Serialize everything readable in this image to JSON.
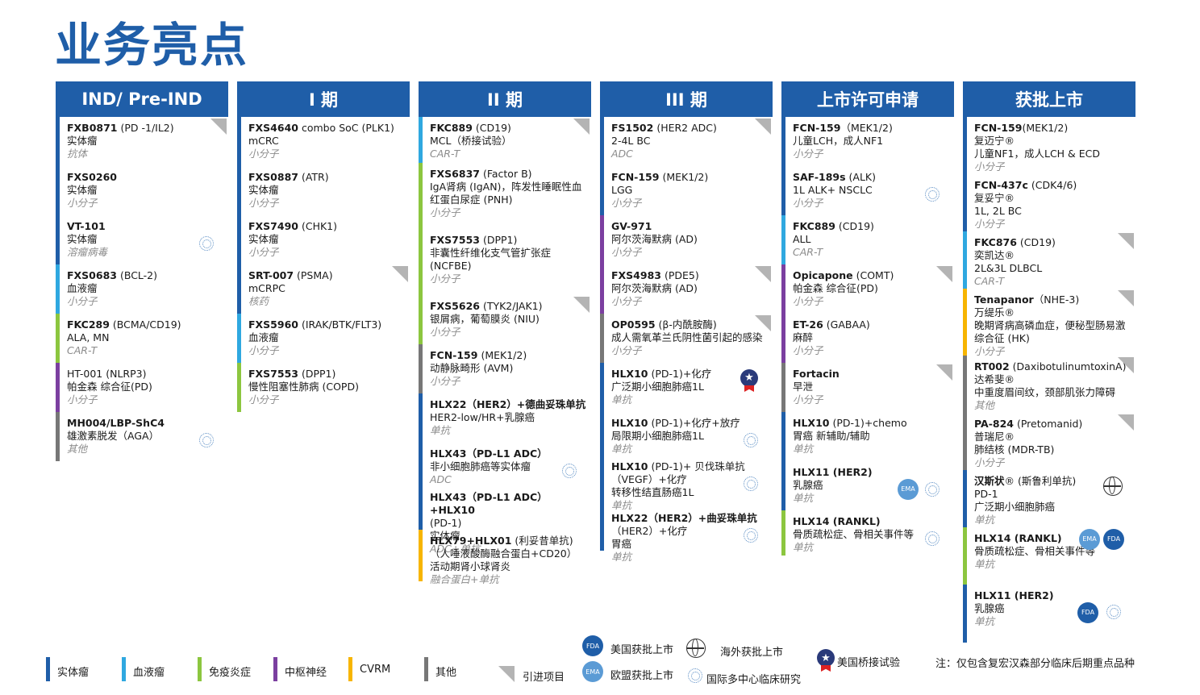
{
  "title": "业务亮点",
  "columns": [
    {
      "header": "IND/ Pre-IND",
      "entries": [
        {
          "cls": "solid",
          "bold": "FXB0871",
          "rest": " (PD -1/IL2)",
          "lines": [
            "实体瘤"
          ],
          "type": "抗体",
          "tri": true
        },
        {
          "cls": "solid",
          "bold": "FXS0260",
          "rest": "",
          "lines": [
            "实体瘤"
          ],
          "type": "小分子"
        },
        {
          "cls": "solid",
          "bold": "VT-101",
          "rest": "",
          "lines": [
            "实体瘤"
          ],
          "type": "溶瘤病毒",
          "multi": true
        },
        {
          "cls": "blood",
          "bold": "FXS0683",
          "rest": " (BCL-2)",
          "lines": [
            "血液瘤"
          ],
          "type": "小分子"
        },
        {
          "cls": "immune",
          "bold": "FKC289",
          "rest": " (BCMA/CD19)",
          "lines": [
            "ALA, MN"
          ],
          "type": "CAR-T"
        },
        {
          "cls": "cns",
          "bold": "",
          "rest": "HT-001 (NLRP3)",
          "lines": [
            "帕金森 综合征(PD)"
          ],
          "type": "小分子"
        },
        {
          "cls": "other",
          "bold": "MH004/LBP-ShC4",
          "rest": "",
          "lines": [
            "雄激素脱发（AGA）"
          ],
          "type": "其他",
          "multi": true
        }
      ]
    },
    {
      "header": "I 期",
      "entries": [
        {
          "cls": "solid",
          "bold": "FXS4640",
          "rest": " combo SoC (PLK1)",
          "lines": [
            "mCRC"
          ],
          "type": "小分子"
        },
        {
          "cls": "solid",
          "bold": "FXS0887",
          "rest": " (ATR)",
          "lines": [
            "实体瘤"
          ],
          "type": "小分子"
        },
        {
          "cls": "solid",
          "bold": "FXS7490",
          "rest": " (CHK1)",
          "lines": [
            "实体瘤"
          ],
          "type": "小分子"
        },
        {
          "cls": "solid",
          "bold": "SRT-007",
          "rest": " (PSMA)",
          "lines": [
            "mCRPC"
          ],
          "type": "核药",
          "tri": true
        },
        {
          "cls": "blood",
          "bold": "FXS5960",
          "rest": " (IRAK/BTK/FLT3)",
          "lines": [
            "血液瘤"
          ],
          "type": "小分子"
        },
        {
          "cls": "immune",
          "bold": "FXS7553",
          "rest": " (DPP1)",
          "lines": [
            "慢性阻塞性肺病 (COPD)"
          ],
          "type": "小分子"
        }
      ]
    },
    {
      "header": "II 期",
      "entries": [
        {
          "cls": "blood",
          "bold": "FKC889",
          "rest": " (CD19)",
          "lines": [
            "MCL（桥接试验）"
          ],
          "type": "CAR-T",
          "tri": true
        },
        {
          "cls": "immune",
          "bold": "FXS6837",
          "rest": " (Factor B)",
          "lines": [
            "IgA肾病 (IgAN)，阵发性睡眠性血",
            "红蛋白尿症 (PNH)"
          ],
          "type": "小分子"
        },
        {
          "cls": "immune",
          "bold": "FXS7553",
          "rest": " (DPP1)",
          "lines": [
            "非囊性纤维化支气管扩张症",
            "(NCFBE)"
          ],
          "type": "小分子"
        },
        {
          "cls": "immune",
          "bold": "FXS5626",
          "rest": " (TYK2/JAK1)",
          "lines": [
            "银屑病，葡萄膜炎 (NIU)"
          ],
          "type": "小分子",
          "tri": true
        },
        {
          "cls": "other",
          "bold": "FCN-159",
          "rest": " (MEK1/2)",
          "lines": [
            "动静脉畸形 (AVM)"
          ],
          "type": "小分子"
        },
        {
          "cls": "solid",
          "bold": "HLX22（HER2）+德曲妥珠单抗",
          "rest": "",
          "lines": [
            "HER2-low/HR+乳腺癌"
          ],
          "type": "单抗"
        },
        {
          "cls": "solid",
          "bold": "HLX43（PD-L1 ADC）",
          "rest": "",
          "lines": [
            "非小细胞肺癌等实体瘤"
          ],
          "type": "ADC",
          "multi": true
        },
        {
          "cls": "solid",
          "bold": "HLX43（PD-L1 ADC）+HLX10",
          "rest": "",
          "lines": [
            "(PD-1)",
            "实体瘤"
          ],
          "type": "ADC+单抗"
        },
        {
          "cls": "cvrm",
          "bold": "HLX79+HLX01",
          "rest": " (利妥昔单抗)",
          "lines": [
            "（人唾液酸酶融合蛋白+CD20）",
            "活动期肾小球肾炎"
          ],
          "type": "融合蛋白+单抗"
        }
      ]
    },
    {
      "header": "III 期",
      "entries": [
        {
          "cls": "solid",
          "bold": "FS1502",
          "rest": " (HER2 ADC)",
          "lines": [
            "2-4L BC"
          ],
          "type": "ADC",
          "tri": true
        },
        {
          "cls": "solid",
          "bold": "FCN-159",
          "rest": " (MEK1/2)",
          "lines": [
            "LGG"
          ],
          "type": "小分子"
        },
        {
          "cls": "cns",
          "bold": "GV-971",
          "rest": "",
          "lines": [
            "阿尔茨海默病 (AD)"
          ],
          "type": "小分子"
        },
        {
          "cls": "cns",
          "bold": "FXS4983",
          "rest": " (PDE5)",
          "lines": [
            "阿尔茨海默病 (AD)"
          ],
          "type": "小分子",
          "tri": true
        },
        {
          "cls": "other",
          "bold": "OP0595",
          "rest": " (β-内酰胺酶)",
          "lines": [
            "成人需氧革兰氏阴性菌引起的感染"
          ],
          "type": "小分子",
          "tri": true
        },
        {
          "cls": "solid",
          "bold": "HLX10",
          "rest": " (PD-1)+化疗",
          "lines": [
            "广泛期小细胞肺癌1L"
          ],
          "type": "单抗",
          "star": true
        },
        {
          "cls": "solid",
          "bold": "HLX10",
          "rest": " (PD-1)+化疗+放疗",
          "lines": [
            "局限期小细胞肺癌1L"
          ],
          "type": "单抗",
          "multi": true
        },
        {
          "cls": "solid",
          "bold": "HLX10",
          "rest": " (PD-1)+ 贝伐珠单抗",
          "lines": [
            "（VEGF）+化疗",
            "转移性结直肠癌1L"
          ],
          "type": "单抗",
          "multi": true
        },
        {
          "cls": "solid",
          "bold": "HLX22（HER2）+曲妥珠单抗",
          "rest": "",
          "lines": [
            "（HER2）+化疗",
            "胃癌"
          ],
          "type": "单抗",
          "multi": true
        }
      ]
    },
    {
      "header": "上市许可申请",
      "entries": [
        {
          "cls": "solid",
          "bold": "FCN-159",
          "rest": "（MEK1/2)",
          "lines": [
            "儿童LCH，成人NF1"
          ],
          "type": "小分子"
        },
        {
          "cls": "solid",
          "bold": "SAF-189s",
          "rest": " (ALK)",
          "lines": [
            "1L ALK+ NSCLC"
          ],
          "type": "小分子",
          "multi": true
        },
        {
          "cls": "blood",
          "bold": "FKC889",
          "rest": " (CD19)",
          "lines": [
            "ALL"
          ],
          "type": "CAR-T"
        },
        {
          "cls": "cns",
          "bold": "Opicapone",
          "rest": " (COMT)",
          "lines": [
            "帕金森 综合征(PD)"
          ],
          "type": "小分子",
          "tri": true
        },
        {
          "cls": "cns",
          "bold": "ET-26",
          "rest": " (GABAA)",
          "lines": [
            "麻醉"
          ],
          "type": "小分子"
        },
        {
          "cls": "other",
          "bold": "Fortacin",
          "rest": "",
          "lines": [
            "早泄"
          ],
          "type": "小分子",
          "tri": true
        },
        {
          "cls": "solid",
          "bold": "HLX10",
          "rest": " (PD-1)+chemo",
          "lines": [
            "胃癌 新辅助/辅助"
          ],
          "type": "单抗"
        },
        {
          "cls": "solid",
          "bold": "HLX11 (HER2)",
          "rest": "",
          "lines": [
            "乳腺癌"
          ],
          "type": "单抗",
          "multi": true,
          "ema": true
        },
        {
          "cls": "immune",
          "bold": "HLX14 (RANKL)",
          "rest": "",
          "lines": [
            "骨质疏松症、骨相关事件等"
          ],
          "type": "单抗",
          "multi": true
        }
      ]
    },
    {
      "header": "获批上市",
      "entries": [
        {
          "cls": "solid",
          "bold": "FCN-159",
          "rest": "(MEK1/2)",
          "lines": [
            "复迈宁®",
            "儿童NF1，成人LCH & ECD"
          ],
          "type": "小分子"
        },
        {
          "cls": "solid",
          "bold": "FCN-437c",
          "rest": " (CDK4/6)",
          "lines": [
            "复妥宁®",
            "1L, 2L BC"
          ],
          "type": "小分子"
        },
        {
          "cls": "blood",
          "bold": "FKC876",
          "rest": " (CD19)",
          "lines": [
            "奕凯达®",
            "2L&3L DLBCL"
          ],
          "type": "CAR-T",
          "tri": true
        },
        {
          "cls": "cvrm",
          "bold": "Tenapanor",
          "rest": "（NHE-3)",
          "lines": [
            "万缇乐®",
            "晚期肾病高磷血症，便秘型肠易激",
            "综合征 (HK)"
          ],
          "type": "小分子",
          "tri": true
        },
        {
          "cls": "other",
          "bold": "RT002",
          "rest": " (DaxibotulinumtoxinA)",
          "lines": [
            "达希斐®",
            "中重度眉间纹，颈部肌张力障碍"
          ],
          "type": "其他",
          "tri": true
        },
        {
          "cls": "other",
          "bold": "PA-824",
          "rest": " (Pretomanid)",
          "lines": [
            "普瑞尼®",
            "肺结核 (MDR-TB)"
          ],
          "type": "小分子",
          "tri": true
        },
        {
          "cls": "solid",
          "bold": "汉斯状",
          "rest": "® (斯鲁利单抗)",
          "lines": [
            "PD-1",
            "广泛期小细胞肺癌"
          ],
          "type": "单抗",
          "globe": true
        },
        {
          "cls": "immune",
          "bold": "HLX14 (RANKL)",
          "rest": "",
          "lines": [
            "骨质疏松症、骨相关事件等"
          ],
          "type": "单抗",
          "emafda": true
        },
        {
          "cls": "solid",
          "bold": "HLX11 (HER2)",
          "rest": "",
          "lines": [
            "乳腺癌"
          ],
          "type": "单抗",
          "fdamulti": true
        }
      ]
    }
  ],
  "legend": {
    "categories": [
      {
        "label": "实体瘤",
        "color": "#1f5ea8"
      },
      {
        "label": "血液瘤",
        "color": "#2fa8e0"
      },
      {
        "label": "免疫炎症",
        "color": "#8cc63f"
      },
      {
        "label": "中枢神经",
        "color": "#7b3fa0"
      },
      {
        "label": "CVRM",
        "color": "#f7b500"
      },
      {
        "label": "其他",
        "color": "#777777"
      }
    ],
    "introduced": "引进项目",
    "fda_label": "美国获批上市",
    "ema_label": "欧盟获批上市",
    "globe_label": "海外获批上市",
    "multicenter_label": "国际多中心临床研究",
    "bridge_label": "美国桥接试验",
    "note": "注：仅包含复宏汉森部分临床后期重点品种",
    "fda_abbr": "FDA",
    "ema_abbr": "EMA"
  }
}
